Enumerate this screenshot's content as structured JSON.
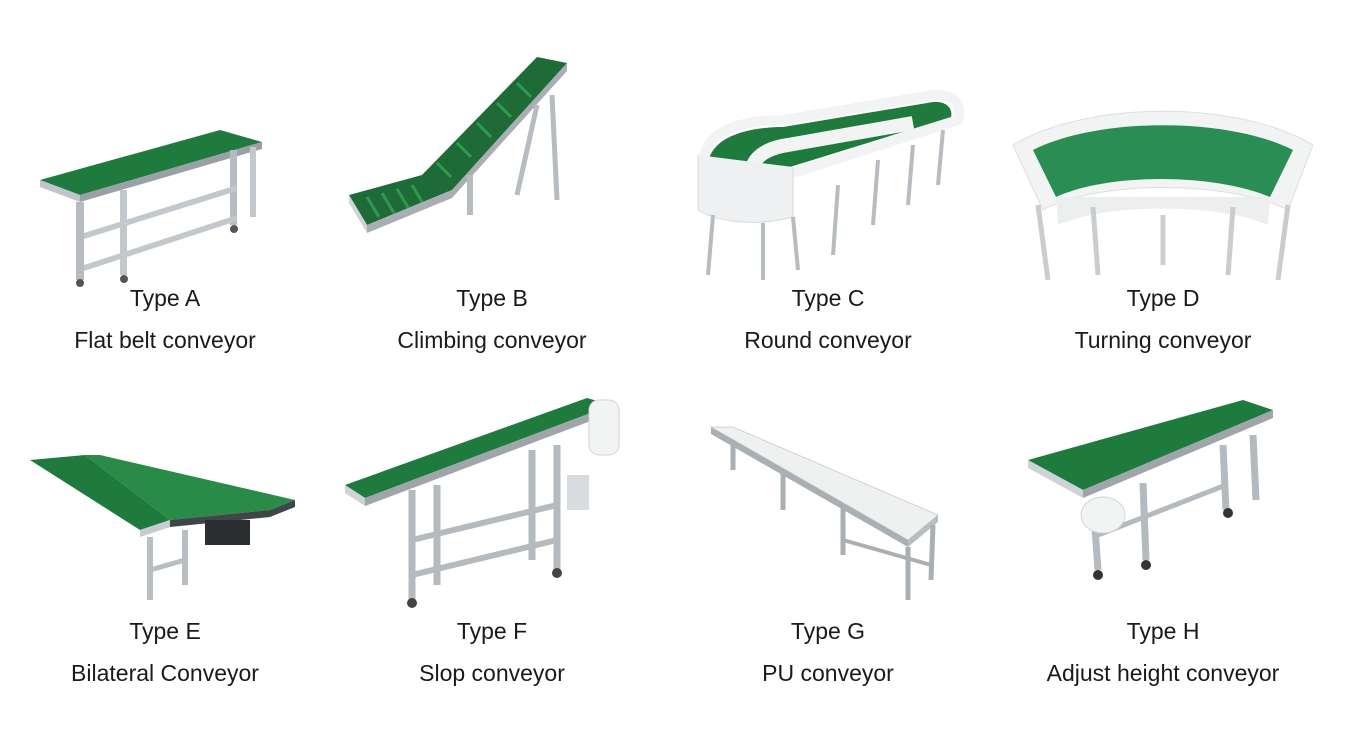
{
  "items": [
    {
      "type": "Type A",
      "name": "Flat belt conveyor"
    },
    {
      "type": "Type B",
      "name": "Climbing conveyor"
    },
    {
      "type": "Type C",
      "name": "Round conveyor"
    },
    {
      "type": "Type D",
      "name": "Turning conveyor"
    },
    {
      "type": "Type E",
      "name": "Bilateral Conveyor"
    },
    {
      "type": "Type F",
      "name": "Slop conveyor"
    },
    {
      "type": "Type G",
      "name": "PU conveyor"
    },
    {
      "type": "Type H",
      "name": "Adjust height conveyor"
    }
  ],
  "colors": {
    "belt_green": "#1f7a3e",
    "frame_silver": "#c7ccd1",
    "pu_white": "#eef1f0",
    "cover_white": "#f2f3f3"
  }
}
